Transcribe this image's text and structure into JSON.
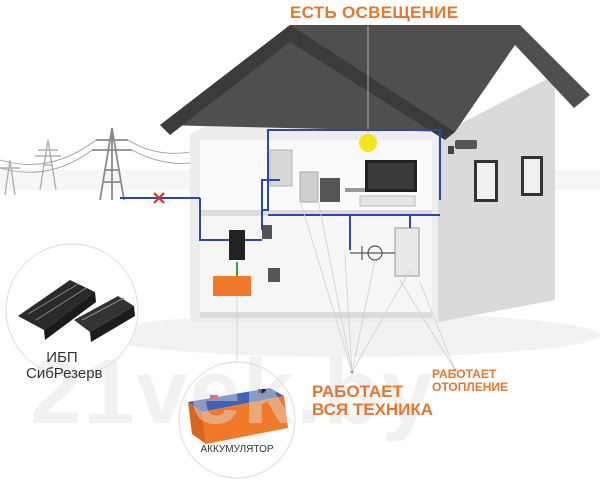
{
  "labels": {
    "lighting": "ЕСТЬ ОСВЕЩЕНИЕ",
    "tech_line1": "РАБОТАЕТ",
    "tech_line2": "ВСЯ ТЕХНИКА",
    "heating_line1": "РАБОТАЕТ",
    "heating_line2": "ОТОПЛЕНИЕ",
    "ups_line1": "ИБП",
    "ups_line2": "СибРезерв",
    "battery": "АККУМУЛЯТОР"
  },
  "watermark": "21vek.by",
  "colors": {
    "accent": "#e8772e",
    "wire": "#2b4aa8",
    "roof": "#4a4a4a",
    "wall": "#ededed",
    "interior": "#fafafa",
    "battery_body": "#f07a2a",
    "battery_top": "#3f63b6",
    "lamp": "#f3e51a",
    "fault_mark": "#e0301e"
  },
  "icons": {
    "power_cut": "cross-mark-icon",
    "lamp": "light-bulb-icon",
    "camera": "security-camera-icon"
  }
}
